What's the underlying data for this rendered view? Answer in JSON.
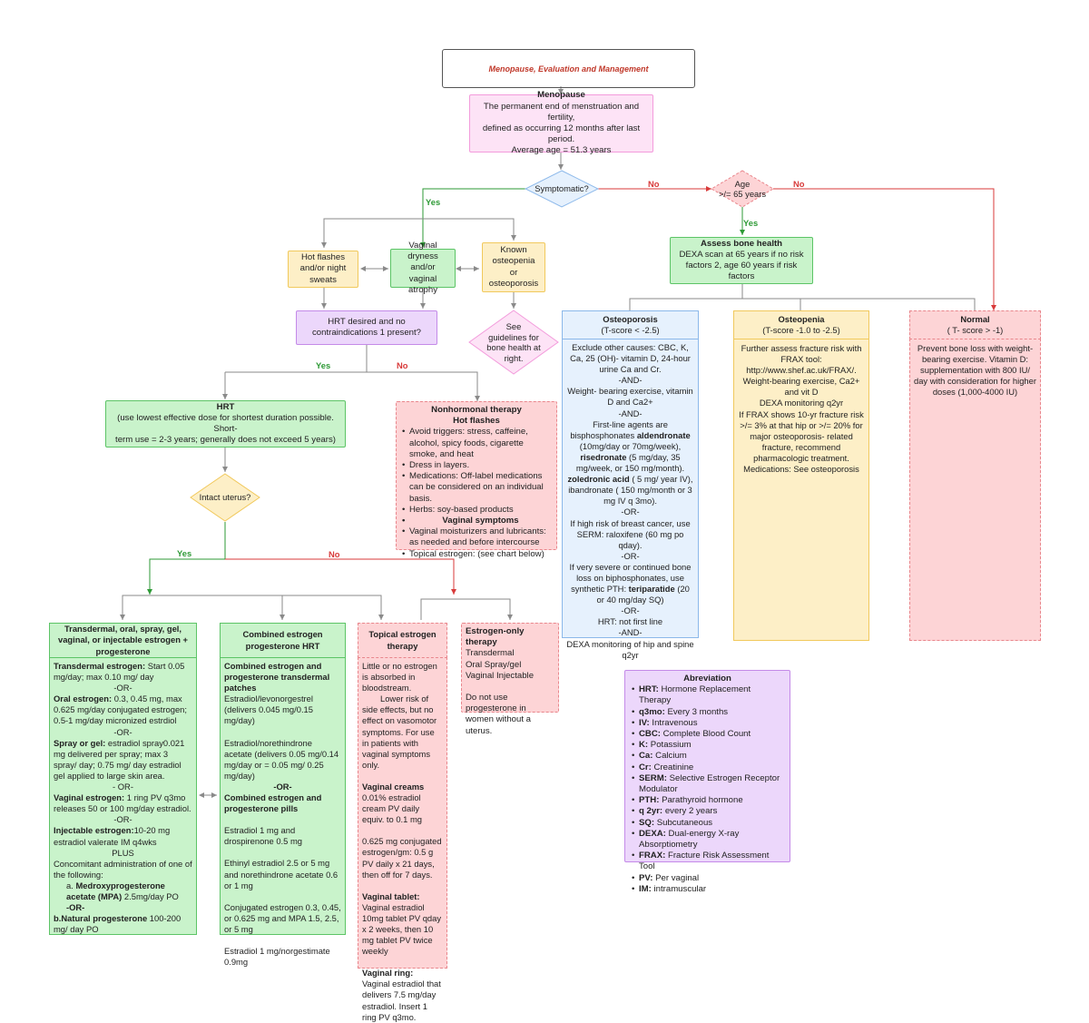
{
  "title": "Menopause, Evaluation and Management",
  "menopause": {
    "heading": "Menopause",
    "lines": [
      "The permanent end of menstruation and fertility,",
      "defined as occurring 12 months after last period.",
      "Average age = 51.3 years"
    ]
  },
  "decisions": {
    "symptomatic": "Symptomatic?",
    "age_line1": "Age",
    "age_line2": ">/= 65 years",
    "uterus": "Intact uterus?"
  },
  "labels": {
    "yes": "Yes",
    "no": "No"
  },
  "symptoms": {
    "hot_flashes": [
      "Hot flashes",
      "and/or night",
      "sweats"
    ],
    "vaginal": [
      "Vaginal dryness",
      "and/or vaginal",
      "atrophy"
    ],
    "osteopenia": [
      "Known",
      "osteopenia or",
      "osteoporosis"
    ]
  },
  "see_guidelines": [
    "See",
    "guidelines for",
    "bone health at",
    "right."
  ],
  "hrt_desired": [
    "HRT desired and no",
    "contraindications 1 present?"
  ],
  "hrt": {
    "heading": "HRT",
    "lines": [
      "(use lowest effective dose for shortest duration possible. Short-",
      "term use = 2-3 years; generally does not exceed 5 years)"
    ]
  },
  "nonhormonal": {
    "heading1": "Nonhormonal therapy",
    "heading2": "Hot flashes",
    "items": [
      "Avoid triggers: stress, caffeine, alcohol, spicy foods, cigarette smoke, and heat",
      "Dress in layers.",
      "Medications: Off-label medications can be considered on an individual basis.",
      "Herbs: soy-based products"
    ],
    "vaginal_heading": "Vaginal symptoms",
    "vaginal_items": [
      "Vaginal moisturizers and lubricants: as needed and before intercourse",
      "Topical estrogen: (see chart below)"
    ]
  },
  "bone": {
    "heading": "Assess bone health",
    "lines": [
      "DEXA scan at 65 years if no risk",
      "factors 2, age 60 years if risk factors"
    ]
  },
  "osteoporosis": {
    "heading": "Osteoporosis",
    "sub": "(T-score < -2.5)",
    "b1": "Exclude other causes: CBC, K, Ca, 25 (OH)- vitamin D, 24-hour urine Ca and Cr.",
    "and1": "-AND-",
    "b2": "Weight- bearing exercise, vitamin D and Ca2+",
    "and2": "-AND-",
    "b3a": "First-line agents are bisphosphonates",
    "drug1": "aldendronate",
    "b3b": "(10mg/day or 70mg/week),",
    "drug2": "risedronate",
    "b3c": "(5 mg/day, 35 mg/week, or 150 mg/month).",
    "drug3": "zoledronic acid",
    "b3d": "( 5 mg/ year IV), ibandronate ( 150 mg/month or 3 mg IV q 3mo).",
    "or1": "-OR-",
    "b4": "If high risk of breast cancer, use SERM: raloxifene (60 mg po qday).",
    "or2": "-OR-",
    "b5a": "If very severe or continued bone loss on biphosphonates, use synthetic PTH:",
    "drug4": "teriparatide",
    "b5b": "(20 or 40 mg/day SQ)",
    "or3": "-OR-",
    "b6": "HRT: not first line",
    "and3": "-AND-",
    "b7": "DEXA monitoring of hip and spine q2yr"
  },
  "osteopenia_box": {
    "heading": "Osteopenia",
    "sub": "(T-score -1.0 to -2.5)",
    "lines": [
      "Further assess fracture risk with FRAX tool:",
      "http://www.shef.ac.uk/FRAX/.",
      "Weight-bearing exercise, Ca2+ and vit D",
      "DEXA monitoring q2yr",
      "If FRAX shows 10-yr fracture risk >/= 3% at that hip or >/= 20% for major osteoporosis- related fracture, recommend pharmacologic treatment.",
      "Medications: See osteoporosis"
    ]
  },
  "normal": {
    "heading": "Normal",
    "sub": "( T- score > -1)",
    "text": "Prevent bone loss with weight-bearing exercise. Vitamin D: supplementation with 800 IU/ day with consideration for higher doses (1,000-4000 IU)"
  },
  "transdermal": {
    "heading": "Transdermal, oral, spray, gel, vaginal, or injectable estrogen + progesterone",
    "t1": "Transdermal estrogen:",
    "t1v": "Start 0.05 mg/day; max 0.10 mg/ day",
    "or": "-OR-",
    "t2": "Oral estrogen:",
    "t2v": "0.3, 0.45 mg, max 0.625 mg/day conjugated estrogen; 0.5-1 mg/day micronized estrdiol",
    "t3": "Spray or gel:",
    "t3v": "estradiol spray0.021 mg delivered per spray; max 3 spray/ day; 0.75 mg/ day estradiol gel applied to large skin area.",
    "or_b": "- OR-",
    "t4": "Vaginal estrogen:",
    "t4v": "1 ring PV q3mo releases 50 or 100 mg/day estradiol.",
    "t5": "Injectable estrogen:",
    "t5v": "10-20 mg estradiol valerate IM q4wks",
    "plus": "PLUS",
    "conc": "Concomitant administration of one of the following:",
    "ma": "a.",
    "mpa": "Medroxyprogesterone acetate (MPA)",
    "mpav": "2.5mg/day PO",
    "or_c": "-OR-",
    "mb": "b.",
    "np": "Natural progesterone",
    "npv": "100-200 mg/ day PO"
  },
  "combined": {
    "heading": "Combined estrogen progesterone HRT",
    "p1": "Combined estrogen and progesterone transdermal patches",
    "p1v": "Estradiol/levonorgestrel (delivers 0.045 mg/0.15 mg/day)",
    "p2v": "Estradiol/norethindrone acetate (delivers 0.05 mg/0.14 mg/day or = 0.05 mg/ 0.25 mg/day)",
    "or": "-OR-",
    "p3": "Combined estrogen and progesterone pills",
    "pill1": "Estradiol 1 mg and  drospirenone 0.5 mg",
    "pill2": "Ethinyl estradiol 2.5 or 5 mg and norethindrone acetate 0.6 or 1 mg",
    "pill3": "Conjugated estrogen 0.3, 0.45, or 0.625 mg and MPA 1.5, 2.5, or 5 mg",
    "pill4": "Estradiol 1 mg/norgestimate 0.9mg"
  },
  "topical": {
    "heading": "Topical estrogen therapy",
    "intro": "Little or no estrogen is absorbed in bloodstream.",
    "arrow_text": "Lower risk of side effects, but no effect on vasomotor symptoms. For use in patients with vaginal symptoms only.",
    "creams": "Vaginal creams",
    "cream1": "0.01% estradiol cream PV daily equiv. to 0.1 mg",
    "cream2": "0.625 mg conjugated estrogen/gm: 0.5 g PV daily x 21 days, then off for 7 days.",
    "tablet": "Vaginal tablet:",
    "tabletv": "Vaginal estradiol 10mg tablet PV qday x 2 weeks, then 10 mg tablet PV twice weekly",
    "ring": "Vaginal ring:",
    "ringv": "Vaginal estradiol that delivers 7.5 mg/day estradiol. Insert 1 ring PV q3mo."
  },
  "estrogen_only": {
    "heading": "Estrogen-only therapy",
    "lines": [
      "Transdermal",
      "Oral Spray/gel",
      "Vaginal Injectable"
    ],
    "note": "Do not use progesterone in women without a uterus."
  },
  "abbreviation": {
    "heading": "Abreviation",
    "items": [
      {
        "k": "HRT:",
        "v": "Hormone Replacement Therapy"
      },
      {
        "k": "q3mo:",
        "v": "Every 3 months"
      },
      {
        "k": "IV:",
        "v": "Intravenous"
      },
      {
        "k": "CBC:",
        "v": "Complete Blood Count"
      },
      {
        "k": "K:",
        "v": "Potassium"
      },
      {
        "k": "Ca:",
        "v": "Calcium"
      },
      {
        "k": "Cr:",
        "v": "Creatinine"
      },
      {
        "k": "SERM:",
        "v": "Selective Estrogen Receptor Modulator"
      },
      {
        "k": "PTH:",
        "v": "Parathyroid hormone"
      },
      {
        "k": "q 2yr:",
        "v": "every 2 years"
      },
      {
        "k": "SQ:",
        "v": "Subcutaneous"
      },
      {
        "k": "DEXA:",
        "v": "Dual-energy X-ray Absorptiometry"
      },
      {
        "k": "FRAX:",
        "v": "Fracture Risk Assessment Tool"
      },
      {
        "k": "PV:",
        "v": "Per vaginal"
      },
      {
        "k": "IM:",
        "v": "intramuscular"
      }
    ]
  },
  "colors": {
    "yes_line": "#2e9a36",
    "no_line": "#d83a3a",
    "neutral_line": "#8a8a8a"
  }
}
